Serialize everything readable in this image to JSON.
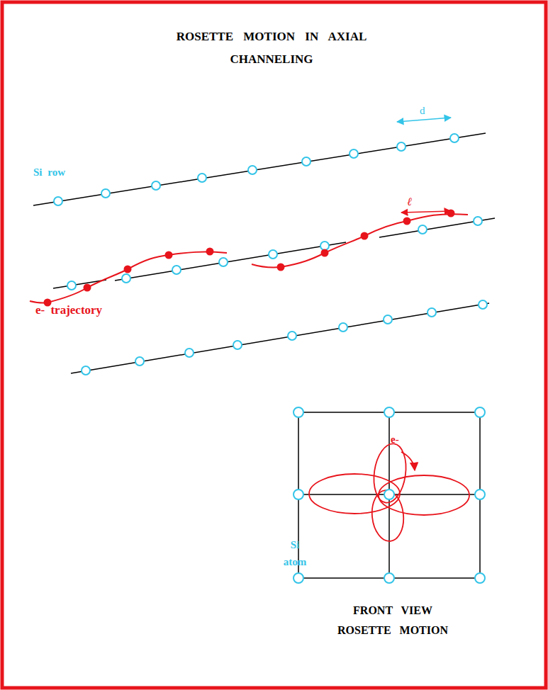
{
  "diagram": {
    "title": "ROSETTE MOTION IN AXIAL CHANNELING",
    "labels": [
      "d",
      "ℓ",
      "Si row",
      "e- trajectory",
      "e-",
      "Si atom",
      "FRONT VIEW ROSETTE MOTION"
    ]
  }
}
